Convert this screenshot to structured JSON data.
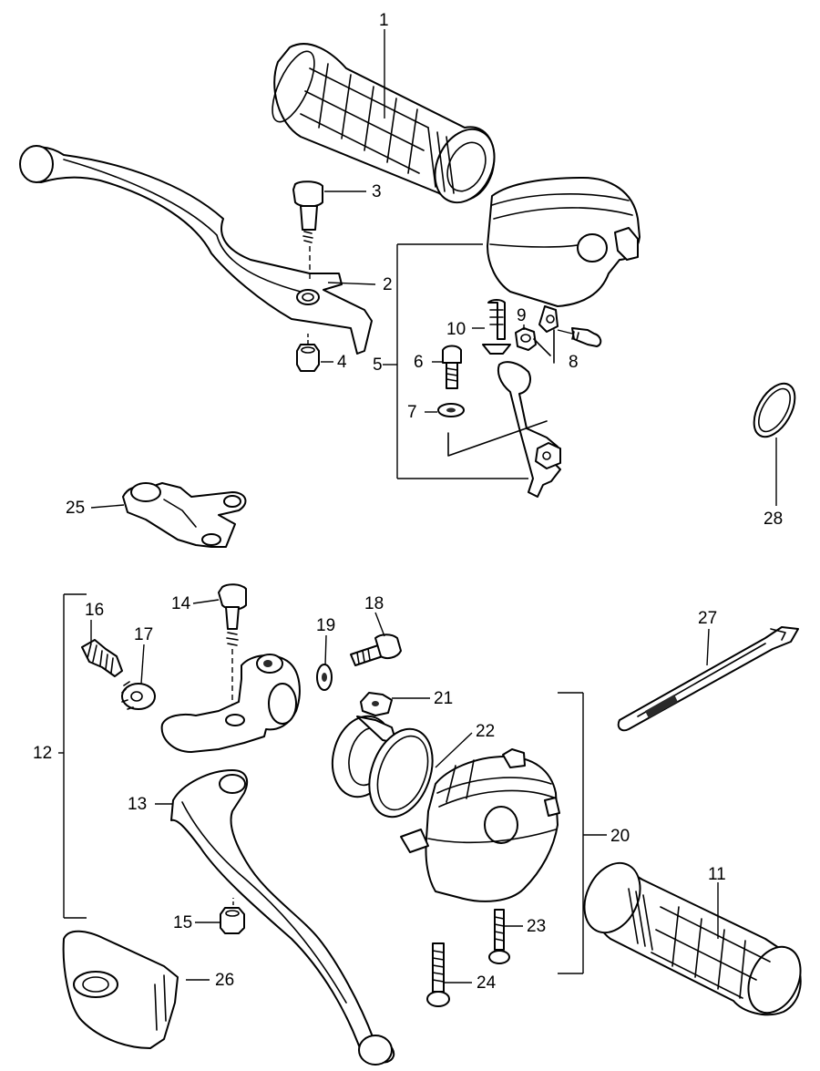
{
  "callouts": {
    "c1": "1",
    "c2": "2",
    "c3": "3",
    "c4": "4",
    "c5": "5",
    "c6": "6",
    "c7": "7",
    "c8": "8",
    "c9": "9",
    "c10": "10",
    "c11": "11",
    "c12": "12",
    "c13": "13",
    "c14": "14",
    "c15": "15",
    "c16": "16",
    "c17": "17",
    "c18": "18",
    "c19": "19",
    "c20": "20",
    "c21": "21",
    "c22": "22",
    "c23": "23",
    "c24": "24",
    "c25": "25",
    "c26": "26",
    "c27": "27",
    "c28": "28"
  },
  "colors": {
    "line": "#000000",
    "background": "#ffffff"
  }
}
